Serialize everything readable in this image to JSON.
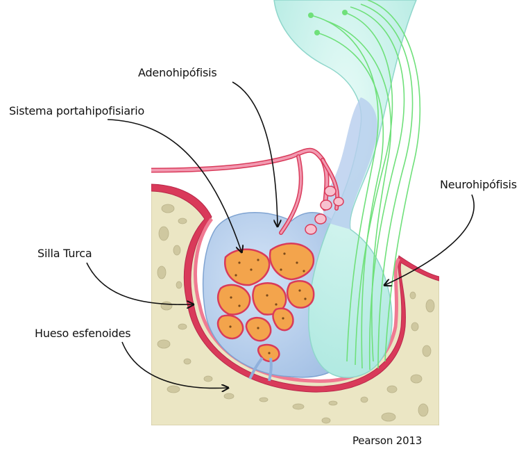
{
  "labels": {
    "adenohipofisis": "Adenohipófisis",
    "sistema_portahipofisiario": "Sistema portahipofisiario",
    "neurohipofisis": "Neurohipófisis",
    "silla_turca": "Silla Turca",
    "hueso_esfenoides": "Hueso esfenoides"
  },
  "credit": "Pearson 2013",
  "colors": {
    "bone": "#ebe6c4",
    "bone_pores": "#c7c19a",
    "dura_red": "#d93a5a",
    "vessel_pink": "#f29ab1",
    "adenohypophysis_blue": "#bcd3ee",
    "neurohypophysis_cyan": "#bff0e8",
    "nerve_fibers_green": "#6fe07a",
    "cell_orange": "#f3a44c",
    "arrow": "#111111"
  }
}
